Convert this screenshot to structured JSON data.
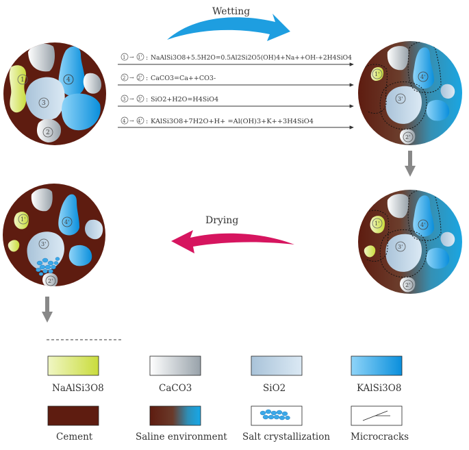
{
  "process": {
    "wetting": "Wetting",
    "drying": "Drying"
  },
  "labels": {
    "n1": "1",
    "n2": "2",
    "n3": "3",
    "n4": "4",
    "n1p": "1'",
    "n2p": "2'",
    "n3p": "3'",
    "n4p": "4'"
  },
  "reactions": [
    {
      "lhs": "1",
      "rhs": "1'",
      "text": "NaAlSi3O8+5.5H2O=0.5Al2Si2O5(OH)4+Na++OH-+2H4SiO4"
    },
    {
      "lhs": "2",
      "rhs": "2'",
      "text": "CaCO3=Ca++CO3-"
    },
    {
      "lhs": "3",
      "rhs": "3'",
      "text": "SiO2+H2O=H4SiO4"
    },
    {
      "lhs": "4",
      "rhs": "4'",
      "text": "KAlSi3O8+7H2O+H+ =Al(OH)3+K++3H4SiO4"
    }
  ],
  "legend": {
    "naalsi": "NaAlSi3O8",
    "caco3": "CaCO3",
    "sio2": "SiO2",
    "kalsi": "KAlSi3O8",
    "cement": "Cement",
    "saline": "Saline environment",
    "salt": "Salt crystallization",
    "cracks": "Microcracks"
  },
  "colors": {
    "cement": "#5e1c10",
    "wetting_arrow": "#1e9ee0",
    "drying_arrow": "#d6155f",
    "down_arrow": "#888888",
    "naalsi_start": "#f0f6c4",
    "naalsi_end": "#c9dc3c",
    "caco3_start": "#ffffff",
    "caco3_end": "#9aa4ac",
    "sio2_start": "#a9c3d9",
    "sio2_end": "#dbe9f4",
    "kalsi_start": "#8fd4f8",
    "kalsi_end": "#0a8fdc"
  }
}
